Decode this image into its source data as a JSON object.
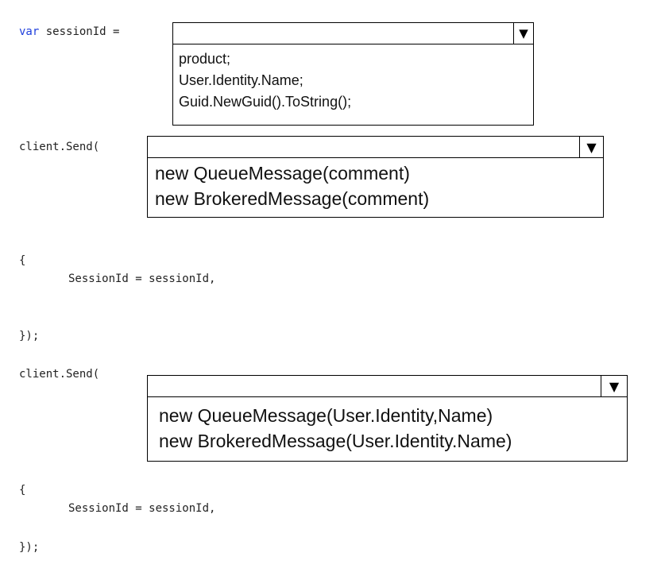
{
  "snippet_1": {
    "keyword": "var",
    "statement": " sessionId ="
  },
  "dropdown_1": {
    "selected": "",
    "arrow_icon": "triangle-down-icon",
    "options": [
      "product;",
      "User.Identity.Name;",
      "Guid.NewGuid().ToString();"
    ]
  },
  "snippet_2": {
    "call": "client.Send(",
    "open_brace": "{",
    "property": "SessionId = sessionId,",
    "close": "});"
  },
  "dropdown_2": {
    "selected": "",
    "arrow_icon": "triangle-down-icon",
    "options": [
      "new QueueMessage(comment)",
      "new BrokeredMessage(comment)"
    ]
  },
  "snippet_3": {
    "call": "client.Send(",
    "open_brace": "{",
    "property": "SessionId = sessionId,",
    "close": "});"
  },
  "dropdown_3": {
    "selected": "",
    "arrow_icon": "triangle-down-icon",
    "options": [
      "new QueueMessage(User.Identity,Name)",
      "new BrokeredMessage(User.Identity.Name)"
    ]
  }
}
